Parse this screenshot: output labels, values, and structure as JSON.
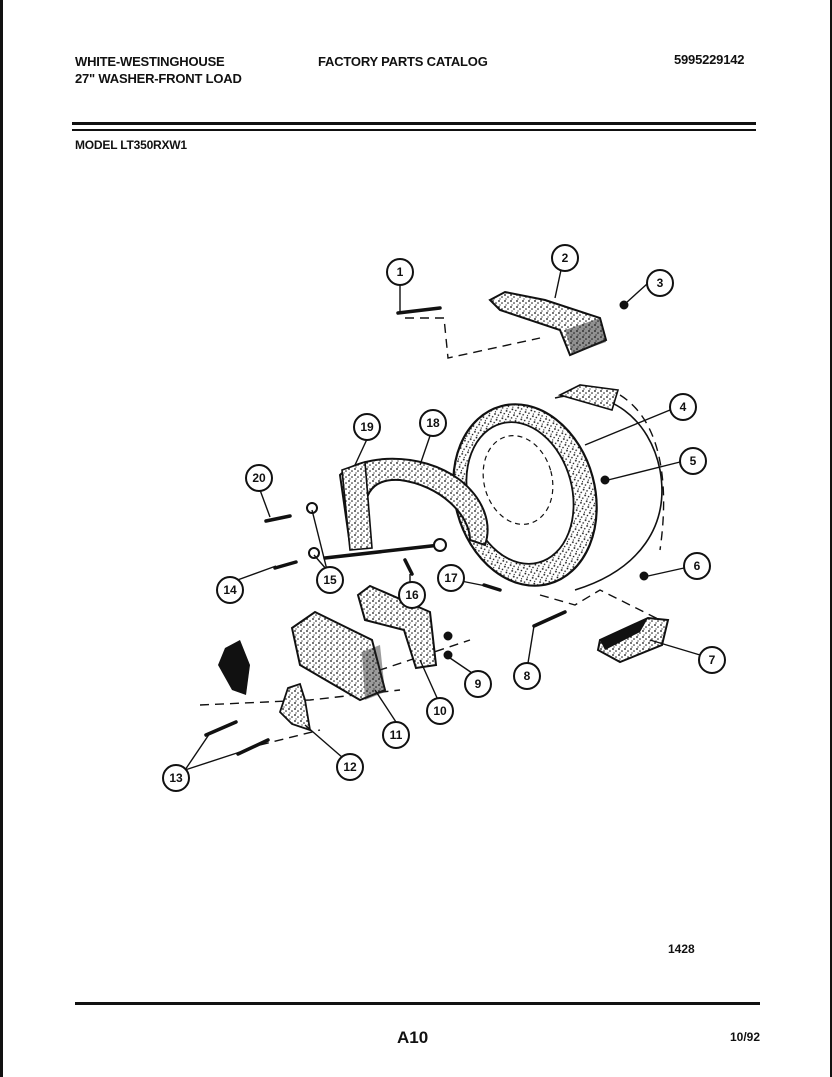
{
  "header": {
    "brand": "WHITE-WESTINGHOUSE",
    "product": "27\" WASHER-FRONT LOAD",
    "catalog_title": "FACTORY PARTS CATALOG",
    "catalog_number": "5995229142",
    "model_line": "MODEL LT350RXW1"
  },
  "diagram": {
    "callouts": [
      "1",
      "2",
      "3",
      "4",
      "5",
      "6",
      "7",
      "8",
      "9",
      "10",
      "11",
      "12",
      "13",
      "14",
      "15",
      "16",
      "17",
      "18",
      "19",
      "20"
    ],
    "reference_code": "1428"
  },
  "footer": {
    "page_code": "A10",
    "date": "10/92"
  },
  "colors": {
    "ink": "#111111",
    "paper": "#ffffff"
  }
}
